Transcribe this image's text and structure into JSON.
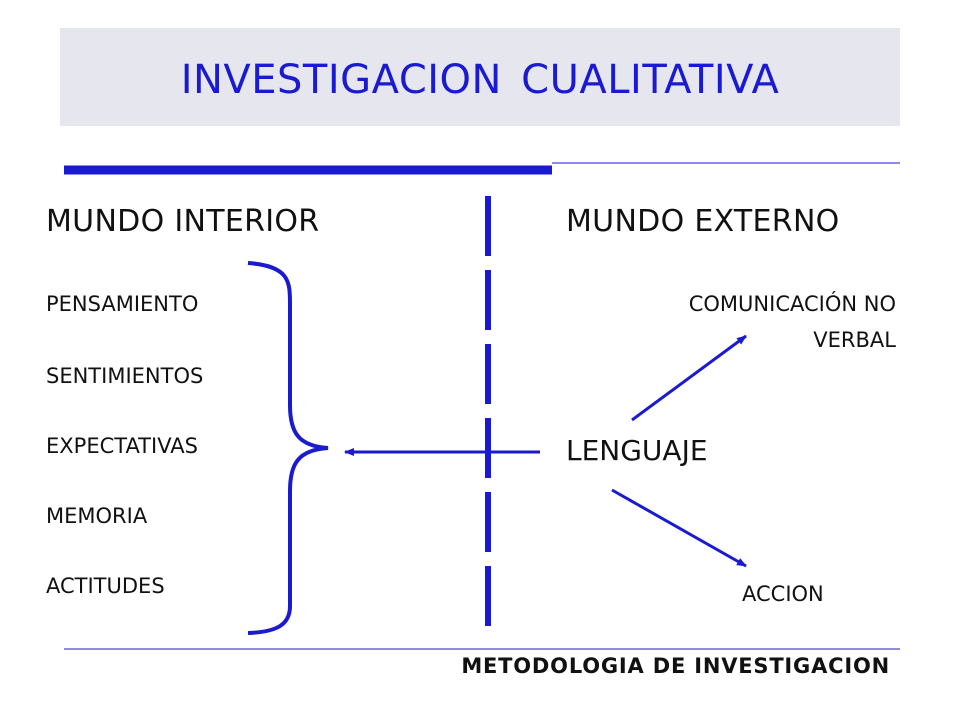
{
  "slide": {
    "title": "INVESTIGACION CUALITATIVA",
    "footer": "METODOLOGIA DE INVESTIGACION"
  },
  "left_column": {
    "heading": "MUNDO INTERIOR",
    "items": [
      "PENSAMIENTO",
      "SENTIMIENTOS",
      "EXPECTATIVAS",
      "MEMORIA",
      "ACTITUDES"
    ]
  },
  "right_column": {
    "heading": "MUNDO EXTERNO",
    "center_label": "LENGUAJE",
    "upper_label_line1": "COMUNICACIÓN NO",
    "upper_label_line2": "VERBAL",
    "lower_label": "ACCION"
  },
  "colors": {
    "accent_blue": "#1a1ad0",
    "title_band": "#e6e6ef",
    "text": "#111111"
  }
}
